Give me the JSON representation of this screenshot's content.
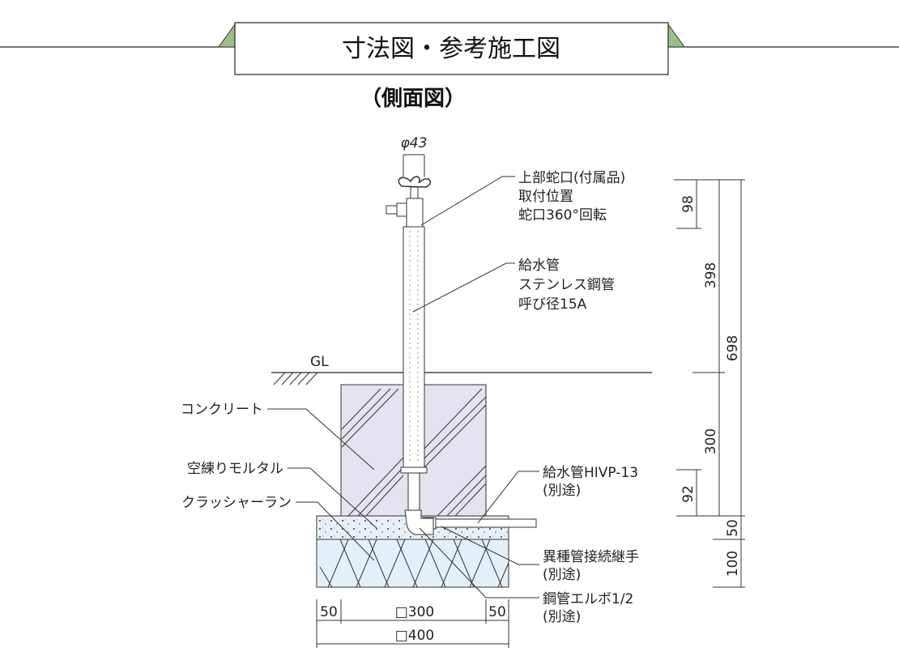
{
  "title": "寸法図・参考施工図",
  "subtitle": "（側面図）",
  "colors": {
    "banner_accent": "#9bbf8a",
    "concrete": "#e6e2ef",
    "mortar": "#e9f1f8",
    "crusher_run": "#e4f0f9"
  },
  "pipe_diameter": "φ43",
  "ground_label": "GL",
  "callouts": {
    "faucet": [
      "上部蛇口(付属品)",
      "取付位置",
      "蛇口360°回転"
    ],
    "supply_pipe": [
      "給水管",
      "ステンレス鋼管",
      "呼び径15A"
    ],
    "hivp": [
      "給水管HIVP-13",
      "(別途)"
    ],
    "joint": [
      "異種管接続継手",
      "(別途)"
    ],
    "elbow": [
      "鋼管エルボ1/2",
      "(別途)"
    ],
    "concrete": "コンクリート",
    "mortar": "空練りモルタル",
    "crusher_run": "クラッシャーラン"
  },
  "dimensions_vertical": {
    "d98": "98",
    "d398": "398",
    "d698": "698",
    "d300": "300",
    "d92": "92",
    "d50": "50",
    "d100": "100"
  },
  "dimensions_horizontal": {
    "left": "50",
    "middle": "□300",
    "right": "50",
    "total": "□400"
  }
}
